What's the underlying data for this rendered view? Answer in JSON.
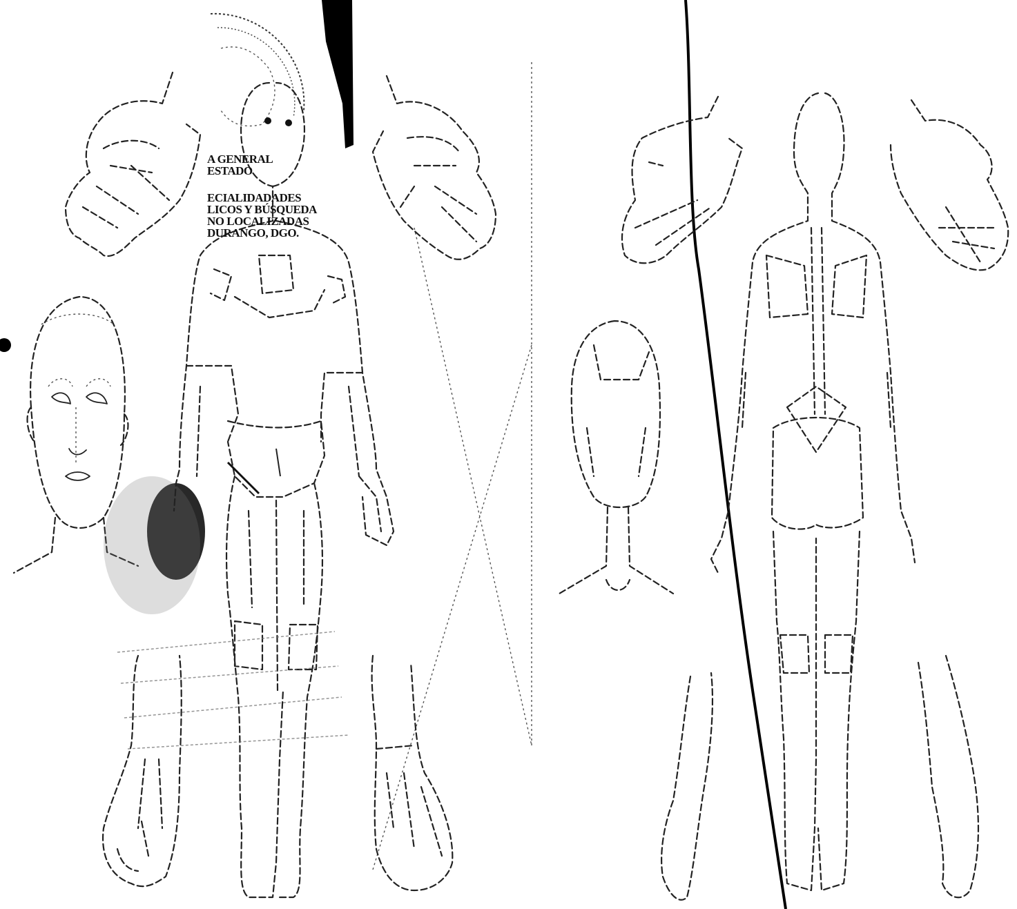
{
  "document": {
    "type": "body-chart-form",
    "panels": [
      "anterior",
      "posterior"
    ]
  },
  "stamp": {
    "lines": [
      "A GENERAL",
      "ESTADO",
      "ECIALIDADADES",
      "LICOS Y BÚSQUEDA",
      "NO LOCALIZADAS",
      "DURANGO, DGO."
    ],
    "partial_lines": [
      "",
      "",
      "",
      ""
    ]
  },
  "colors": {
    "ink": "#222222",
    "paper": "#ffffff",
    "stamp": "#111111"
  }
}
